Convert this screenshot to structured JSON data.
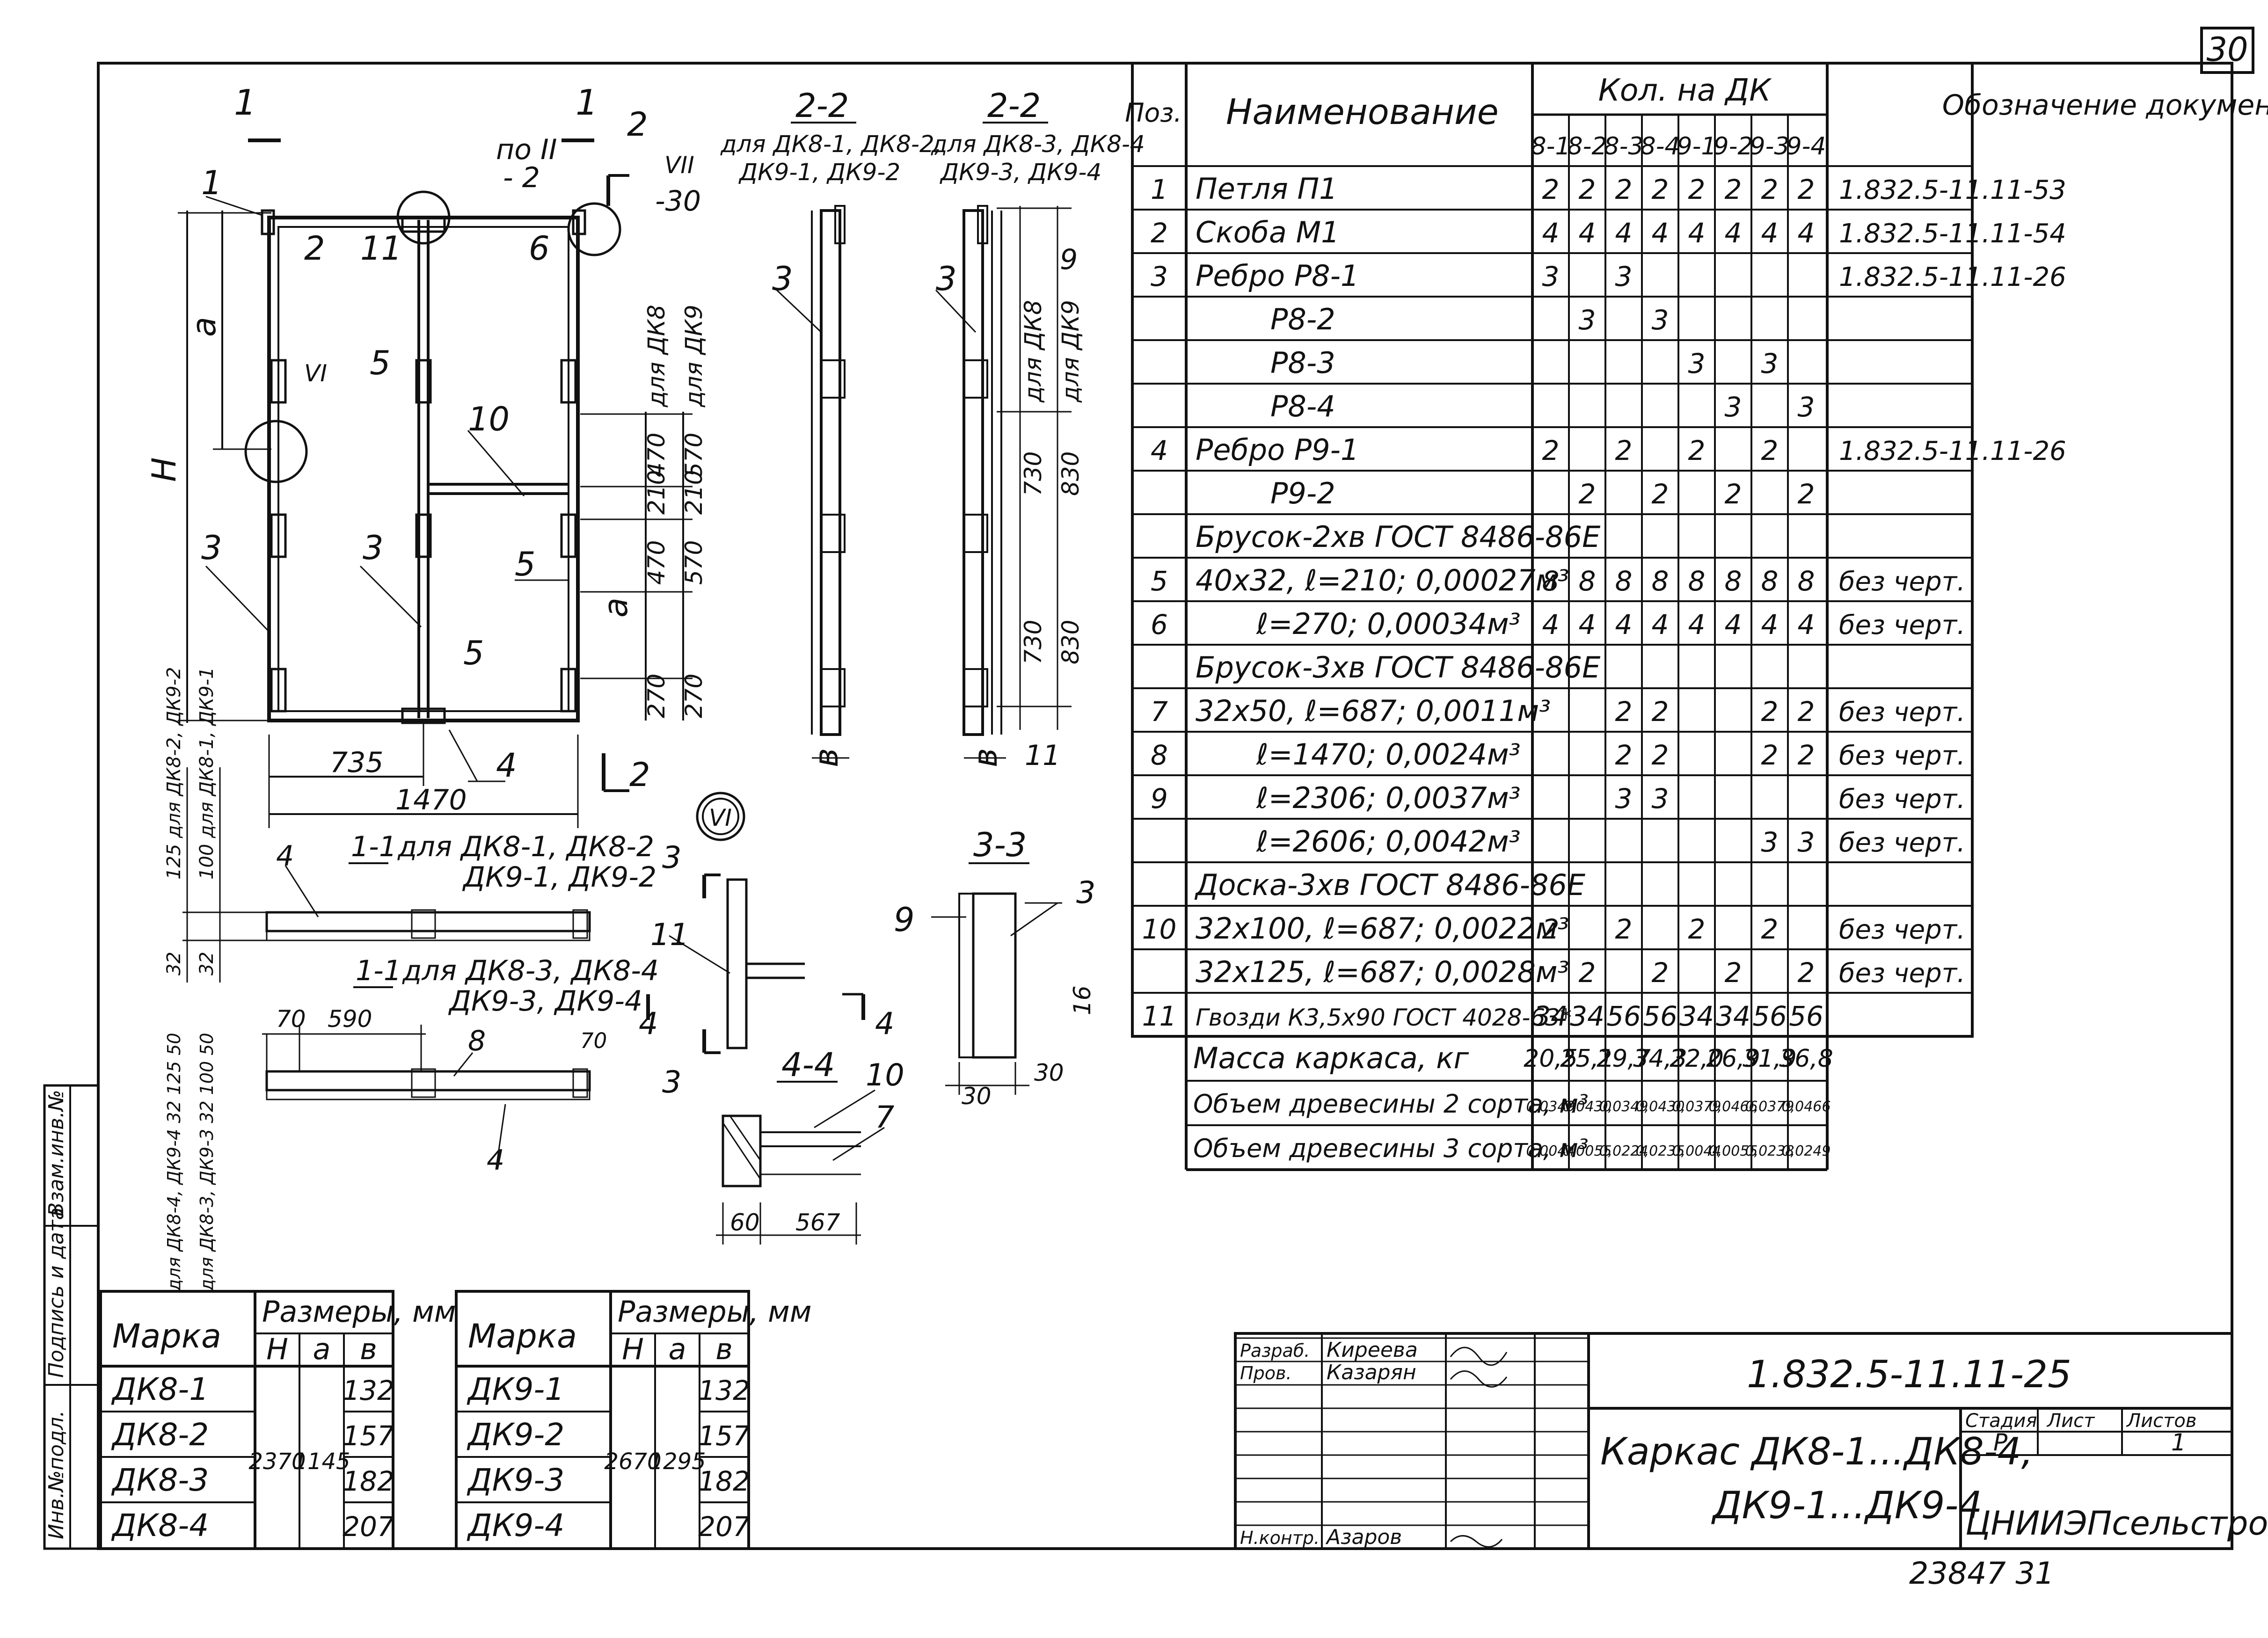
{
  "sheet_number": "30",
  "stamp_number": "23847  31",
  "spec": {
    "header": {
      "pos": "Поз.",
      "name": "Наименование",
      "qty": "Кол. на ДК",
      "cols": [
        "8-1",
        "8-2",
        "8-3",
        "8-4",
        "9-1",
        "9-2",
        "9-3",
        "9-4"
      ],
      "doc": "Обозначение документа"
    },
    "rows": [
      {
        "pos": "1",
        "name": "Петля П1",
        "q": [
          "2",
          "2",
          "2",
          "2",
          "2",
          "2",
          "2",
          "2"
        ],
        "doc": "1.832.5-11.11-53"
      },
      {
        "pos": "2",
        "name": "Скоба М1",
        "q": [
          "4",
          "4",
          "4",
          "4",
          "4",
          "4",
          "4",
          "4"
        ],
        "doc": "1.832.5-11.11-54"
      },
      {
        "pos": "3",
        "name": "Ребро Р8-1",
        "q": [
          "3",
          "",
          "3",
          "",
          "",
          "",
          "",
          ""
        ],
        "doc": "1.832.5-11.11-26"
      },
      {
        "pos": "",
        "name": "Р8-2",
        "q": [
          "",
          "3",
          "",
          "3",
          "",
          "",
          "",
          ""
        ],
        "doc": ""
      },
      {
        "pos": "",
        "name": "Р8-3",
        "q": [
          "",
          "",
          "",
          "",
          "3",
          "",
          "3",
          ""
        ],
        "doc": ""
      },
      {
        "pos": "",
        "name": "Р8-4",
        "q": [
          "",
          "",
          "",
          "",
          "",
          "3",
          "",
          "3"
        ],
        "doc": ""
      },
      {
        "pos": "4",
        "name": "Ребро Р9-1",
        "q": [
          "2",
          "",
          "2",
          "",
          "2",
          "",
          "2",
          ""
        ],
        "doc": "1.832.5-11.11-26"
      },
      {
        "pos": "",
        "name": "Р9-2",
        "q": [
          "",
          "2",
          "",
          "2",
          "",
          "2",
          "",
          "2"
        ],
        "doc": ""
      },
      {
        "pos": "",
        "name": "Брусок-2хв ГОСТ 8486-86Е",
        "q": [
          "",
          "",
          "",
          "",
          "",
          "",
          "",
          ""
        ],
        "doc": ""
      },
      {
        "pos": "5",
        "name": "40х32, ℓ=210; 0,00027м³",
        "q": [
          "8",
          "8",
          "8",
          "8",
          "8",
          "8",
          "8",
          "8"
        ],
        "doc": "без черт."
      },
      {
        "pos": "6",
        "name": "ℓ=270; 0,00034м³",
        "q": [
          "4",
          "4",
          "4",
          "4",
          "4",
          "4",
          "4",
          "4"
        ],
        "doc": "без черт."
      },
      {
        "pos": "",
        "name": "Брусок-3хв ГОСТ 8486-86Е",
        "q": [
          "",
          "",
          "",
          "",
          "",
          "",
          "",
          ""
        ],
        "doc": ""
      },
      {
        "pos": "7",
        "name": "32х50, ℓ=687; 0,0011м³",
        "q": [
          "",
          "",
          "2",
          "2",
          "",
          "",
          "2",
          "2"
        ],
        "doc": "без черт."
      },
      {
        "pos": "8",
        "name": "ℓ=1470; 0,0024м³",
        "q": [
          "",
          "",
          "2",
          "2",
          "",
          "",
          "2",
          "2"
        ],
        "doc": "без черт."
      },
      {
        "pos": "9",
        "name": "ℓ=2306; 0,0037м³",
        "q": [
          "",
          "",
          "3",
          "3",
          "",
          "",
          "",
          ""
        ],
        "doc": "без черт."
      },
      {
        "pos": "",
        "name": "ℓ=2606; 0,0042м³",
        "q": [
          "",
          "",
          "",
          "",
          "",
          "",
          "3",
          "3"
        ],
        "doc": "без черт."
      },
      {
        "pos": "",
        "name": "Доска-3хв ГОСТ 8486-86Е",
        "q": [
          "",
          "",
          "",
          "",
          "",
          "",
          "",
          ""
        ],
        "doc": ""
      },
      {
        "pos": "10",
        "name": "32х100, ℓ=687; 0,0022м³",
        "q": [
          "2",
          "",
          "2",
          "",
          "2",
          "",
          "2",
          ""
        ],
        "doc": "без черт."
      },
      {
        "pos": "",
        "name": "32х125, ℓ=687; 0,0028м³",
        "q": [
          "",
          "2",
          "",
          "2",
          "",
          "2",
          "",
          "2"
        ],
        "doc": "без черт."
      },
      {
        "pos": "11",
        "name": "Гвозди К3,5х90 ГОСТ 4028-63*",
        "q": [
          "34",
          "34",
          "56",
          "56",
          "34",
          "34",
          "56",
          "56"
        ],
        "doc": ""
      }
    ],
    "mass_label": "Масса каркаса, кг",
    "mass": [
      "20,5",
      "25,1",
      "29,7",
      "34,3",
      "22,0",
      "26,9",
      "31,9",
      "36,8"
    ],
    "vol2_label": "Объем древесины 2 сорта, м³",
    "vol2": [
      "0,0349",
      "0,0430",
      "0,0349",
      "0,0430",
      "0,0379",
      "0,0466",
      "0,0379",
      "0,0466"
    ],
    "vol3_label": "Объем древесины 3 сорта, м³",
    "vol3": [
      "0,0044",
      "0,0055",
      "0,0224",
      "0,0235",
      "0,0044",
      "0,0055",
      "0,0238",
      "0,0249"
    ]
  },
  "dims": {
    "mark_label": "Марка",
    "size_label": "Размеры, мм",
    "h_label": "H",
    "a_label": "a",
    "b_label": "в",
    "left": {
      "marks": [
        "ДК8-1",
        "ДК8-2",
        "ДК8-3",
        "ДК8-4"
      ],
      "H": "2370",
      "a": "1145",
      "b": [
        "132",
        "157",
        "182",
        "207"
      ]
    },
    "right": {
      "marks": [
        "ДК9-1",
        "ДК9-2",
        "ДК9-3",
        "ДК9-4"
      ],
      "H": "2670",
      "a": "1295",
      "b": [
        "132",
        "157",
        "182",
        "207"
      ]
    }
  },
  "title_block": {
    "doc_code": "1.832.5-11.11-25",
    "title_line1": "Каркас ДК8-1...ДК8-4,",
    "title_line2": "ДК9-1...ДК9-4",
    "stage_label": "Стадия",
    "sheet_label": "Лист",
    "sheets_label": "Листов",
    "stage": "Р",
    "sheets": "1",
    "org": "ЦНИИЭПсельстрой",
    "developed_label": "Разраб.",
    "developed_name": "Киреева",
    "checked_label": "Пров.",
    "checked_name": "Казарян",
    "norm_label": "Н.контр.",
    "norm_name": "Азаров"
  },
  "side_stamp": [
    "Инв.№подл.",
    "Подпись и дата",
    "Взам.инв.№"
  ],
  "drawing_labels": {
    "sec22a": "2-2",
    "sec22a_sub1": "для ДК8-1, ДК8-2,",
    "sec22a_sub2": "ДК9-1, ДК9-2",
    "sec22b": "2-2",
    "sec22b_sub1": "для ДК8-3, ДК8-4",
    "sec22b_sub2": "ДК9-3, ДК9-4",
    "sec11a": "1-1",
    "sec11a_sub1": "для ДК8-1, ДК8-2",
    "sec11a_sub2": "ДК9-1, ДК9-2",
    "sec11b": "1-1",
    "sec11b_sub1": "для ДК8-3, ДК8-4",
    "sec11b_sub2": "ДК9-3, ДК9-4",
    "sec33": "3-3",
    "sec44": "4-4",
    "callout_vi": "VI",
    "callout_vii": "VII",
    "po_ii": "по II",
    "dim_735": "735",
    "dim_1470": "1470",
    "dim_470": "470",
    "dim_570": "570",
    "dim_210": "210",
    "dim_270": "270",
    "dim_730": "730",
    "dim_830": "830",
    "dim_590": "590",
    "dim_70": "70",
    "dim_60": "60",
    "dim_567": "567",
    "dim_30": "30",
    "dim_16": "16",
    "for_dk8": "для ДК8",
    "for_dk9": "для ДК9",
    "h_letter": "H",
    "a_letter": "a",
    "b_letter": "в"
  }
}
